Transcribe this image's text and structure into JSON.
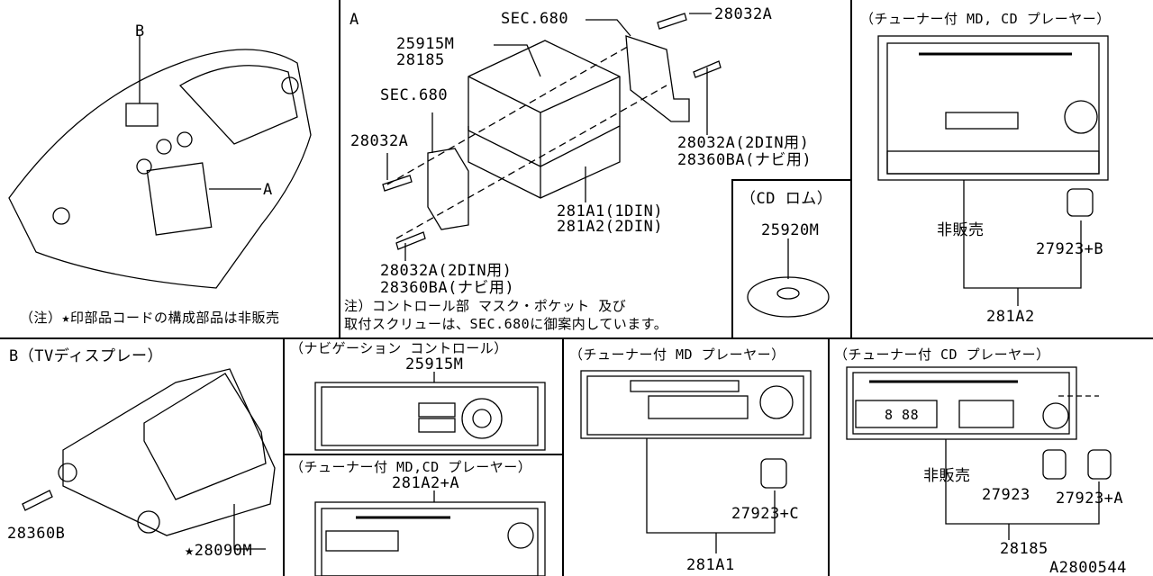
{
  "panel_top_left": {
    "label_b": "B",
    "label_a": "A",
    "note": "（注）★印部品コードの構成部品は非販売"
  },
  "panel_a": {
    "title": "A",
    "sec_top": "SEC.680",
    "screw_top": "28032A",
    "unit_codes": [
      "25915M",
      "28185"
    ],
    "sec_left": "SEC.680",
    "screw_left": "28032A",
    "screw_right": [
      "28032A(2DIN用)",
      "28360BA(ナビ用)"
    ],
    "unit_lower": [
      "281A1(1DIN)",
      "281A2(2DIN)"
    ],
    "screw_bottom": [
      "28032A(2DIN用)",
      "28360BA(ナビ用)"
    ],
    "note": [
      "注）コントロール部 マスク・ポケット 及び",
      "取付スクリューは、SEC.680に御案内しています。"
    ]
  },
  "panel_cd_rom": {
    "title": "（CD ロム）",
    "code": "25920M"
  },
  "panel_md_cd_top": {
    "title": "（チューナー付 MD, CD プレーヤー）",
    "not_sold": "非販売",
    "knob": "27923+B",
    "code": "281A2"
  },
  "panel_tv": {
    "title": "B（TVディスプレー）",
    "screw": "28360B",
    "code": "★28090M"
  },
  "panel_nav": {
    "title": "（ナビゲーション コントロール）",
    "code": "25915M"
  },
  "panel_md_cd_bottom": {
    "title": "（チューナー付 MD,CD プレーヤー）",
    "code": "281A2+A"
  },
  "panel_md": {
    "title": "（チューナー付 MD プレーヤー）",
    "knob": "27923+C",
    "code": "281A1"
  },
  "panel_cd": {
    "title": "（チューナー付 CD プレーヤー）",
    "display": "8 88",
    "not_sold": "非販売",
    "knob_left": "27923",
    "knob_right": "27923+A",
    "code": "28185"
  },
  "figure_id": "A2800544"
}
